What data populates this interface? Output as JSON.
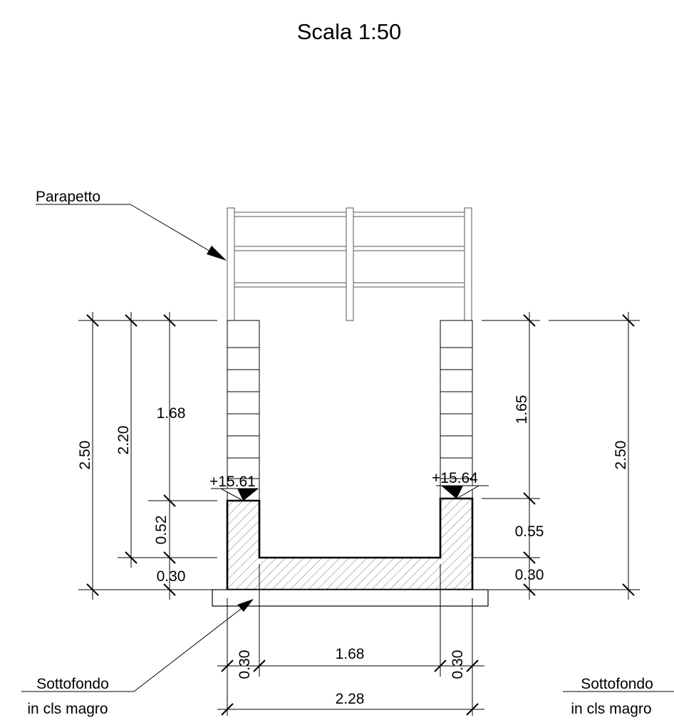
{
  "title": "Scala 1:50",
  "labels": {
    "parapet": "Parapetto",
    "subbase_left_line1": "Sottofondo",
    "subbase_left_line2": "in cls magro",
    "subbase_right_line1": "Sottofondo",
    "subbase_right_line2": "in cls magro"
  },
  "elevations": {
    "left": "+15.61",
    "right": "+15.64"
  },
  "dimensions": {
    "left_total": "2.50",
    "left_2_20": "2.20",
    "left_upper": "1.68",
    "left_wall_height": "0.52",
    "left_slab": "0.30",
    "right_upper": "1.65",
    "right_total": "2.50",
    "right_wall_height": "0.55",
    "right_slab": "0.30",
    "bottom_left_wall": "0.30",
    "bottom_inner": "1.68",
    "bottom_right_wall": "0.30",
    "bottom_total": "2.28"
  }
}
